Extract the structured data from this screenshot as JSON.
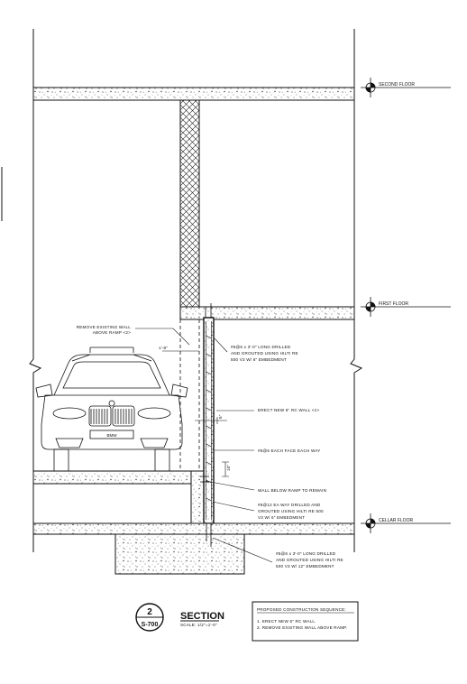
{
  "levels": {
    "second_floor": "SECOND FLOOR",
    "first_floor": "FIRST FLOOR",
    "cellar_floor": "CELLAR FLOOR"
  },
  "notes": {
    "remove_wall_l1": "REMOVE EXISTING WALL",
    "remove_wall_l2": "ABOVE RAMP <2>",
    "dim_top": "1'-8\"",
    "dowel_upper_l1": "#5@6 x 3'-0\" LONG DRILLED",
    "dowel_upper_l2": "AND GROUTED USING HILTI RE",
    "dowel_upper_l3": "500 V3 W/ 6\" EMBEDMENT",
    "erect_wall": "ERECT NEW 6\" RC WALL <1>",
    "dim_wall": "6\"",
    "rebar_each_face": "#5@6 EACH FACE EACH WAY",
    "dim_lower": "10\"",
    "wall_below": "WALL BELOW RAMP TO REMAIN",
    "dowel_mid_l1": "#5@12 EA WAY DRILLED AND",
    "dowel_mid_l2": "GROUTED USING HILTI RE 500",
    "dowel_mid_l3": "V3 W/ 6\" EMBEDMENT",
    "dowel_low_l1": "#5@6 x 3'-0\" LONG DRILLED",
    "dowel_low_l2": "AND GROUTED USING HILTI RE",
    "dowel_low_l3": "500 V3 W/ 12\" EMBEDMENT"
  },
  "title_block": {
    "detail_number": "2",
    "sheet_number": "S-700",
    "title": "SECTION",
    "scale": "SCALE: 1/2\"=1'-0\""
  },
  "sequence": {
    "heading": "PROPOSED CONSTRUCTION SEQUENCE:",
    "step1": "1.    ERECT NEW 6\" RC WALL.",
    "step2": "2.    REMOVE EXISTING WALL ABOVE RAMP."
  },
  "car_plate": "BMW"
}
